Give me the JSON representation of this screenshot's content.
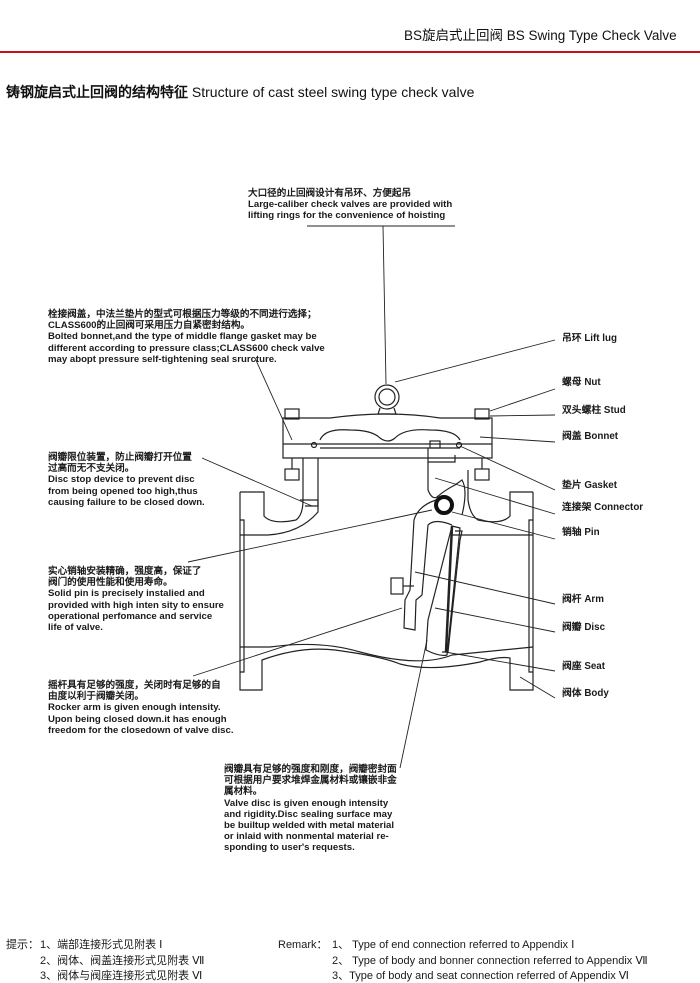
{
  "header": {
    "title": "BS旋启式止回阀 BS Swing Type Check Valve",
    "accent_color": "#c8101a"
  },
  "section_title": {
    "cn": "铸钢旋启式止回阀的结构特征",
    "en": "Structure of cast steel swing type check valve"
  },
  "notes": {
    "lifting": [
      "大口径的止回阀设计有吊环、方便起吊",
      "Large-caliber check valves are provided with",
      "lifting rings for the convenience of hoisting"
    ],
    "bonnet": [
      "栓接阀盖，中法兰垫片的型式可根据压力等级的不同进行选择；",
      "CLASS600的止回阀可采用压力自紧密封结构。",
      "Bolted bonnet,and the type of middle flange gasket may be",
      "different according to pressure class;CLASS600 check valve",
      "may abopt pressure self-tightening seal srurcture."
    ],
    "disc_stop": [
      "阀瓣限位装置，防止阀瓣打开位置",
      "过高而无不支关闭。",
      "Disc stop device to prevent disc",
      "from being opened too high,thus",
      "causing failure to be closed down."
    ],
    "pin": [
      "实心销轴安装精确，强度高，保证了",
      "阀门的使用性能和使用寿命。",
      "Solid pin is precisely instalied and",
      "provided with high inten sity to ensure",
      "operational perfomance and service",
      "life of valve."
    ],
    "rocker": [
      "摇杆具有足够的强度，关闭时有足够的自",
      "由度以利于阀瓣关闭。",
      "Rocker arm is given enough intensity.",
      "Upon being closed down.it has enough",
      "freedom for the closedown of valve disc."
    ],
    "disc": [
      "阀瓣具有足够的强度和刚度，阀瓣密封面",
      "可根据用户要求堆焊金属材料或镶嵌非金",
      "属材料。",
      "Valve disc is given enough intensity",
      "and rigidity.Disc sealing surface may",
      "be builtup welded with metal material",
      "or inlaid with nonmental material re-",
      "sponding to user's requests."
    ]
  },
  "parts": [
    {
      "cn": "吊环",
      "en": "Lift lug"
    },
    {
      "cn": "螺母",
      "en": "Nut"
    },
    {
      "cn": "双头螺柱",
      "en": "Stud"
    },
    {
      "cn": "阀盖",
      "en": "Bonnet"
    },
    {
      "cn": "垫片",
      "en": "Gasket"
    },
    {
      "cn": "连接架",
      "en": "Connector"
    },
    {
      "cn": "销轴",
      "en": "Pin"
    },
    {
      "cn": "阀杆",
      "en": "Arm"
    },
    {
      "cn": "阀瓣",
      "en": "Disc"
    },
    {
      "cn": "阀座",
      "en": "Seat"
    },
    {
      "cn": "阀体",
      "en": "Body"
    }
  ],
  "footer": {
    "cn_label": "提示：",
    "cn_items": [
      "1、端部连接形式见附表 Ⅰ",
      "2、阀体、阀盖连接形式见附表 Ⅶ",
      "3、阀体与阀座连接形式见附表 Ⅵ"
    ],
    "en_label": "Remark：",
    "en_items": [
      "1、 Type of end connection referred to Appendix Ⅰ",
      "2、 Type of body and bonner connection referred to Appendix Ⅶ",
      "3、Type of body and seat connection referred of Appendix Ⅵ"
    ]
  }
}
